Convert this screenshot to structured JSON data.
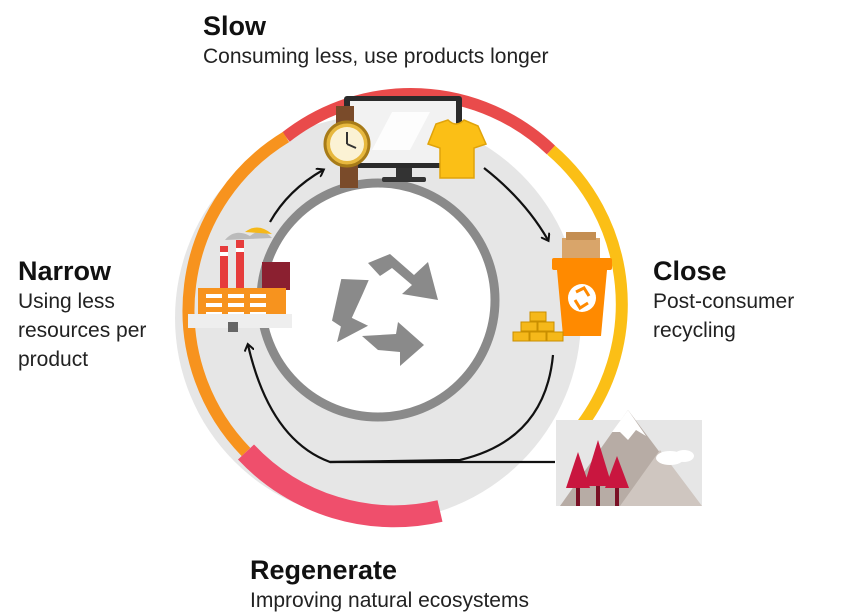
{
  "slow": {
    "title": "Slow",
    "subtitle": "Consuming less, use products longer"
  },
  "close": {
    "title": "Close",
    "subtitle": "Post-consumer recycling"
  },
  "narrow": {
    "title": "Narrow",
    "subtitle": "Using less resources per product"
  },
  "regenerate": {
    "title": "Regenerate",
    "subtitle": "Improving natural ecosystems"
  },
  "colors": {
    "slow_arc": "#e94b4b",
    "close_arc": "#fbbf16",
    "narrow_arc": "#f7931e",
    "regenerate_arc": "#ef4f6c",
    "ring_fill": "#e6e6e6",
    "inner_ring": "#8a8a8a",
    "recycle_symbol": "#8a8a8a",
    "arrows": "#111111"
  },
  "icons": [
    "watch-icon",
    "monitor-icon",
    "tshirt-icon",
    "recycling-bin-icon",
    "gold-bars-icon",
    "factory-icon",
    "forest-mountain-icon",
    "recycle-icon"
  ]
}
